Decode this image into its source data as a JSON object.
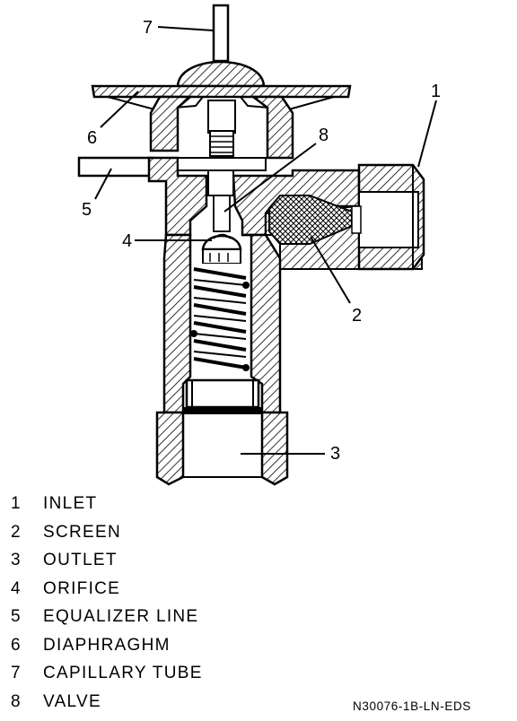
{
  "legend": [
    {
      "num": "1",
      "label": "INLET"
    },
    {
      "num": "2",
      "label": "SCREEN"
    },
    {
      "num": "3",
      "label": "OUTLET"
    },
    {
      "num": "4",
      "label": "ORIFICE"
    },
    {
      "num": "5",
      "label": "EQUALIZER LINE"
    },
    {
      "num": "6",
      "label": "DIAPHRAGHM"
    },
    {
      "num": "7",
      "label": "CAPILLARY TUBE"
    },
    {
      "num": "8",
      "label": "VALVE"
    }
  ],
  "figure_code": "N30076-1B-LN-EDS"
}
